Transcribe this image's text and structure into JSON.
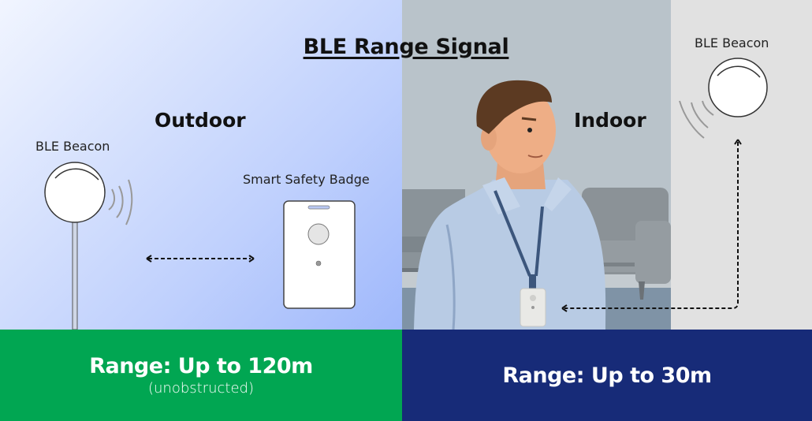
{
  "title": "BLE Range Signal",
  "outdoor": {
    "label": "Outdoor",
    "beacon_label": "BLE Beacon",
    "badge_label": "Smart Safety Badge",
    "range_text": "Range: Up to 120m",
    "range_note": "(unobstructed)",
    "band_color": "#01a652"
  },
  "indoor": {
    "label": "Indoor",
    "beacon_label": "BLE Beacon",
    "range_text": "Range: Up to 30m",
    "band_color": "#172b78"
  },
  "icons": {
    "beacon": "beacon-icon",
    "signal_waves": "signal-waves-icon",
    "badge": "badge-icon",
    "bidirectional_arrow": "double-arrow-icon",
    "path_arrow": "dashed-path-arrow-icon",
    "person": "person-illustration"
  }
}
